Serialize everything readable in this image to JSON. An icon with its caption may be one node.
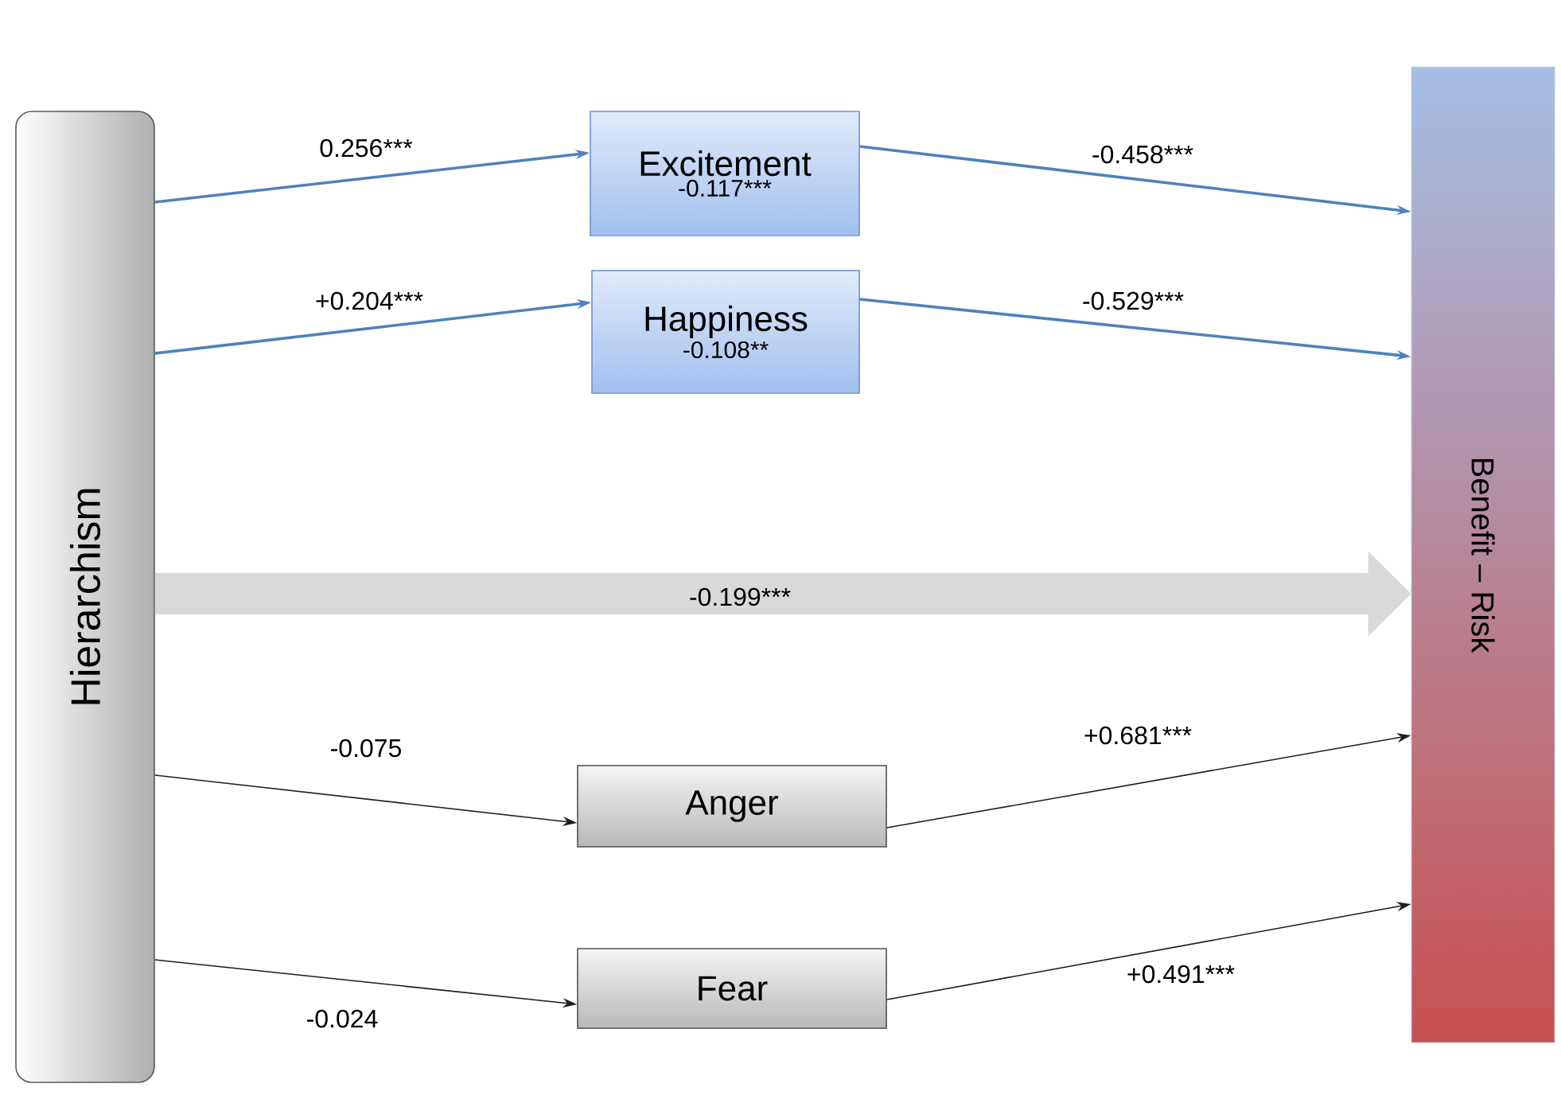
{
  "diagram": {
    "nodes": [
      {
        "text": [
          "Hierarchism"
        ]
      },
      {
        "text": [
          "Excitement",
          "-0.117***"
        ]
      },
      {
        "text": [
          "Happiness",
          "-0.108**"
        ]
      },
      {
        "text": [
          "Anger"
        ]
      },
      {
        "text": [
          "Fear"
        ]
      },
      {
        "text": [
          "Benefit – Risk"
        ]
      }
    ],
    "edges": [
      {
        "from": 0,
        "to": 1,
        "arrow": "to",
        "label": "0.256***",
        "color": "#4f81bd"
      },
      {
        "from": 1,
        "to": 5,
        "arrow": "to",
        "label": "-0.458***",
        "color": "#4f81bd"
      },
      {
        "from": 0,
        "to": 2,
        "arrow": "to",
        "label": "+0.204***",
        "color": "#4f81bd"
      },
      {
        "from": 2,
        "to": 5,
        "arrow": "to",
        "label": "-0.529***",
        "color": "#4f81bd"
      },
      {
        "from": 0,
        "to": 5,
        "arrow": "to",
        "label": "-0.199***",
        "style": "thick",
        "color": "#d9d9d9"
      },
      {
        "from": 0,
        "to": 3,
        "arrow": "to",
        "label": "-0.075",
        "color": "#1e1e1e"
      },
      {
        "from": 3,
        "to": 5,
        "arrow": "to",
        "label": "+0.681***",
        "color": "#1e1e1e"
      },
      {
        "from": 0,
        "to": 4,
        "arrow": "to",
        "label": "-0.024",
        "color": "#1e1e1e"
      },
      {
        "from": 4,
        "to": 5,
        "arrow": "to",
        "label": "+0.491***",
        "color": "#1e1e1e"
      }
    ]
  }
}
